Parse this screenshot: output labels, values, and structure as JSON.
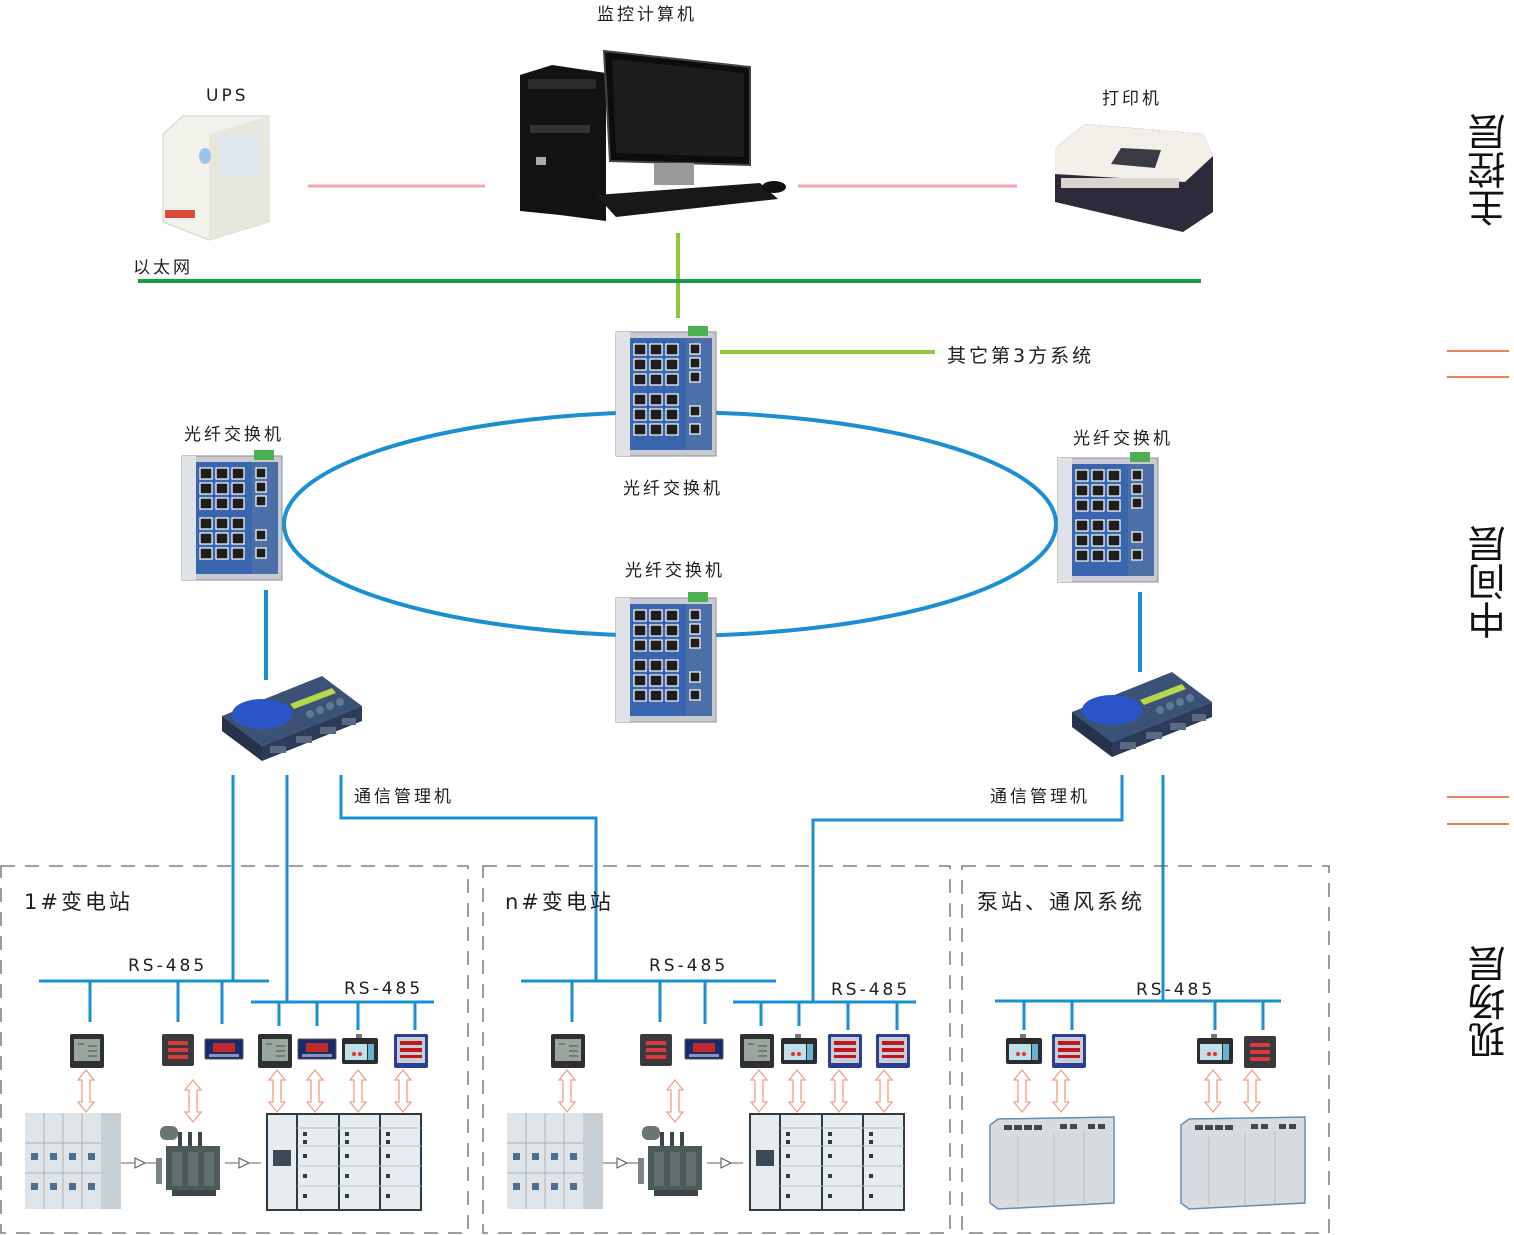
{
  "layers": {
    "top": "主控层",
    "middle": "中间层",
    "field": "现场层"
  },
  "colors": {
    "ethernet": "#1a9a47",
    "link_green": "#8cc63f",
    "fiber_ring": "#1b8fd2",
    "rs485": "#1b8fd2",
    "power_link": "#f0a8ac",
    "separator": "#e8825a",
    "arrow": "#f0a080"
  },
  "top_layer": {
    "monitor_pc_label": "监控计算机",
    "ups_label": "UPS",
    "printer_label": "打印机",
    "ethernet_label": "以太网"
  },
  "middle_layer": {
    "third_party_label": "其它第3方系统",
    "switches": [
      {
        "id": "top",
        "label": "光纤交换机"
      },
      {
        "id": "left",
        "label": "光纤交换机"
      },
      {
        "id": "right",
        "label": "光纤交换机"
      },
      {
        "id": "bottom",
        "label": "光纤交换机"
      }
    ],
    "comm_managers": [
      {
        "id": "left",
        "label": "通信管理机"
      },
      {
        "id": "right",
        "label": "通信管理机"
      }
    ]
  },
  "field_layer": {
    "stations": [
      {
        "title": "1#变电站",
        "bus_labels": [
          "RS-485",
          "RS-485"
        ],
        "meters": [
          "lcd-meter",
          "led-meter",
          "panel-display",
          "lcd-meter",
          "panel-display",
          "protection-relay",
          "multi-meter"
        ],
        "equipment": [
          "hv-switchgear",
          "transformer",
          "lv-switchgear"
        ]
      },
      {
        "title": "n#变电站",
        "bus_labels": [
          "RS-485",
          "RS-485"
        ],
        "meters": [
          "lcd-meter",
          "led-meter",
          "panel-display",
          "lcd-meter",
          "protection-relay",
          "multi-meter",
          "multi-meter"
        ],
        "equipment": [
          "hv-switchgear",
          "transformer",
          "lv-switchgear"
        ]
      },
      {
        "title": "泵站、通风系统",
        "bus_labels": [
          "RS-485"
        ],
        "meters": [
          "protection-relay",
          "multi-meter",
          "protection-relay",
          "led-meter"
        ],
        "equipment": [
          "control-cabinet",
          "control-cabinet"
        ]
      }
    ]
  }
}
